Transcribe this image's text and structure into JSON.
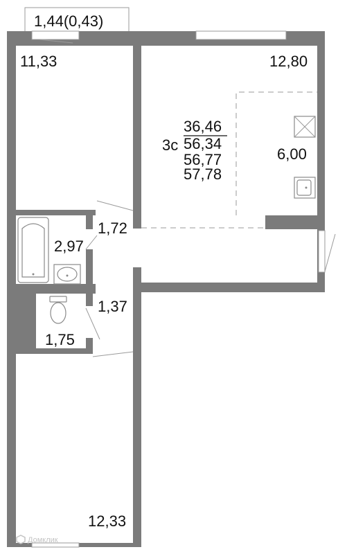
{
  "floorplan": {
    "rooms": {
      "balcony": "1,44(0,43)",
      "bedroom_top": "11,33",
      "living_room": "12,80",
      "kitchen": "6,00",
      "bathroom": "2,97",
      "hall_top": "1,72",
      "hall_bottom": "1,37",
      "toilet": "1,75",
      "bedroom_bottom": "12,33"
    },
    "summary": {
      "type_label": "3с",
      "living_area": "36,46",
      "total_area": "56,34",
      "total_area_2": "56,77",
      "total_area_3": "57,78"
    },
    "watermark": "Домклик"
  }
}
